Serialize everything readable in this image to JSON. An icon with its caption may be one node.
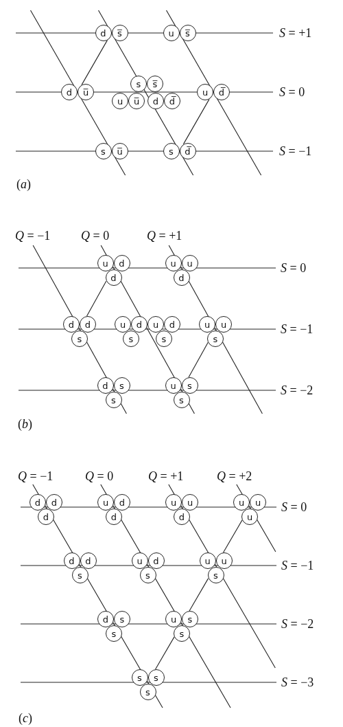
{
  "diagram": {
    "nodes": [
      {
        "text": [
          "d"
        ]
      },
      {
        "text": [
          "s̅"
        ]
      },
      {
        "text": [
          "u"
        ]
      },
      {
        "text": [
          "s̅"
        ]
      },
      {
        "text": [
          "d"
        ]
      },
      {
        "text": [
          "u̅"
        ]
      },
      {
        "text": [
          "s"
        ]
      },
      {
        "text": [
          "s̅"
        ]
      },
      {
        "text": [
          "u"
        ]
      },
      {
        "text": [
          "u̅"
        ]
      },
      {
        "text": [
          "d"
        ]
      },
      {
        "text": [
          "d̅"
        ]
      },
      {
        "text": [
          "u"
        ]
      },
      {
        "text": [
          "d̅"
        ]
      },
      {
        "text": [
          "s"
        ]
      },
      {
        "text": [
          "u̅"
        ]
      },
      {
        "text": [
          "s"
        ]
      },
      {
        "text": [
          "d̅"
        ]
      },
      {
        "text": [
          "u"
        ]
      },
      {
        "text": [
          "d"
        ]
      },
      {
        "text": [
          "d"
        ]
      },
      {
        "text": [
          "u"
        ]
      },
      {
        "text": [
          "u"
        ]
      },
      {
        "text": [
          "d"
        ]
      },
      {
        "text": [
          "d"
        ]
      },
      {
        "text": [
          "d"
        ]
      },
      {
        "text": [
          "s"
        ]
      },
      {
        "text": [
          "u"
        ]
      },
      {
        "text": [
          "d"
        ]
      },
      {
        "text": [
          "s"
        ]
      },
      {
        "text": [
          "u"
        ]
      },
      {
        "text": [
          "d"
        ]
      },
      {
        "text": [
          "s"
        ]
      },
      {
        "text": [
          "u"
        ]
      },
      {
        "text": [
          "u"
        ]
      },
      {
        "text": [
          "s"
        ]
      },
      {
        "text": [
          "d"
        ]
      },
      {
        "text": [
          "s"
        ]
      },
      {
        "text": [
          "s"
        ]
      },
      {
        "text": [
          "u"
        ]
      },
      {
        "text": [
          "s"
        ]
      },
      {
        "text": [
          "s"
        ]
      },
      {
        "text": [
          "d"
        ]
      },
      {
        "text": [
          "d"
        ]
      },
      {
        "text": [
          "d"
        ]
      },
      {
        "text": [
          "u"
        ]
      },
      {
        "text": [
          "d"
        ]
      },
      {
        "text": [
          "d"
        ]
      },
      {
        "text": [
          "u"
        ]
      },
      {
        "text": [
          "u"
        ]
      },
      {
        "text": [
          "d"
        ]
      },
      {
        "text": [
          "u"
        ]
      },
      {
        "text": [
          "u"
        ]
      },
      {
        "text": [
          "u"
        ]
      },
      {
        "text": [
          "d"
        ]
      },
      {
        "text": [
          "d"
        ]
      },
      {
        "text": [
          "s"
        ]
      },
      {
        "text": [
          "u"
        ]
      },
      {
        "text": [
          "d"
        ]
      },
      {
        "text": [
          "s"
        ]
      },
      {
        "text": [
          "u"
        ]
      },
      {
        "text": [
          "u"
        ]
      },
      {
        "text": [
          "s"
        ]
      },
      {
        "text": [
          "d"
        ]
      },
      {
        "text": [
          "s"
        ]
      },
      {
        "text": [
          "s"
        ]
      },
      {
        "text": [
          "u"
        ]
      },
      {
        "text": [
          "s"
        ]
      },
      {
        "text": [
          "s"
        ]
      },
      {
        "text": [
          "s"
        ]
      },
      {
        "text": [
          "s"
        ]
      },
      {
        "text": [
          "s"
        ]
      }
    ],
    "edges": [
      {
        "from": 5,
        "to": 0,
        "arrow": "none"
      },
      {
        "from": 17,
        "to": 12,
        "arrow": "none"
      },
      {
        "from": 25,
        "to": 20,
        "arrow": "none"
      },
      {
        "from": 40,
        "to": 35,
        "arrow": "none"
      },
      {
        "from": 70,
        "to": 68,
        "arrow": "none"
      },
      {
        "from": 67,
        "to": 62,
        "arrow": "none"
      },
      {
        "from": 61,
        "to": 53,
        "arrow": "none"
      }
    ],
    "labels": [
      "*S* = +1",
      "*S* = 0",
      "*S* = −1",
      "(*a*)",
      "*Q* = −1",
      "*Q* = 0",
      "*Q* = +1",
      "*S* = 0",
      "*S* = −1",
      "*S* = −2",
      "(*b*)",
      "*Q* = −1",
      "*Q* = 0",
      "*Q* = +1",
      "*Q* = +2",
      "*S* = 0",
      "*S* = −1",
      "*S* = −2",
      "*S* = −3",
      "(*c*)"
    ]
  }
}
